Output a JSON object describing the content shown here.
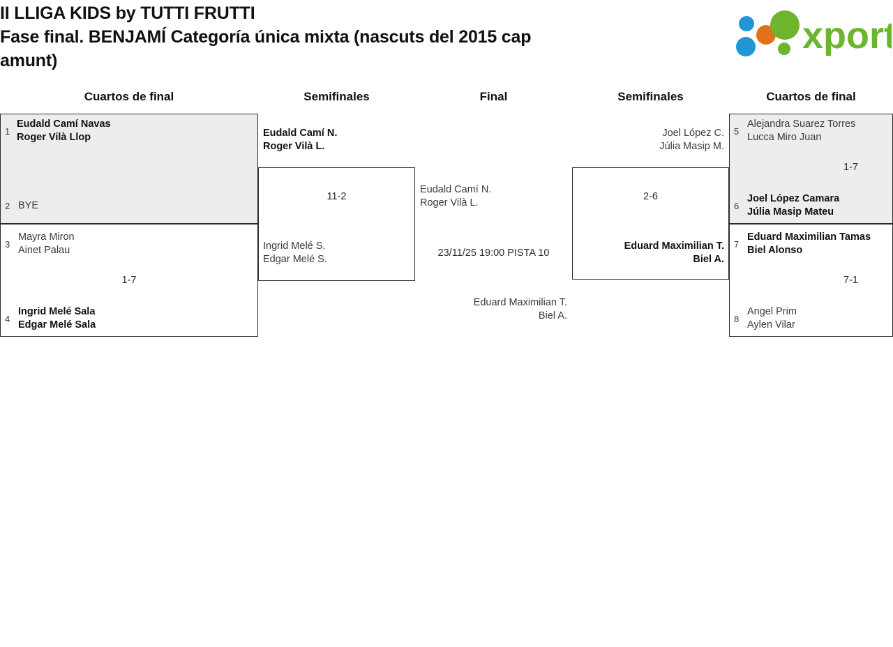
{
  "header": {
    "title_line1": "II LLIGA KIDS by TUTTI FRUTTI",
    "title_line2": "Fase final. BENJAMÍ Categoría única mixta (nascuts del 2015 cap",
    "title_line3": "amunt)",
    "logo_text": "xporty",
    "logo_colors": {
      "green": "#6cb52d",
      "blue": "#2196d6",
      "orange": "#e2711a"
    }
  },
  "columns": [
    {
      "key": "qf_left",
      "label": "Cuartos de final"
    },
    {
      "key": "sf_left",
      "label": "Semifinales"
    },
    {
      "key": "final",
      "label": "Final"
    },
    {
      "key": "sf_right",
      "label": "Semifinales"
    },
    {
      "key": "qf_right",
      "label": "Cuartos de final"
    }
  ],
  "bracket": {
    "qf_left": [
      {
        "id": "qf1",
        "shaded": true,
        "score": "",
        "top": {
          "seed": "1",
          "line1": "Eudald Camí Navas",
          "line2": "Roger Vilà Llop",
          "winner": true
        },
        "bottom": {
          "seed": "2",
          "line1": "BYE",
          "line2": "",
          "winner": false
        }
      },
      {
        "id": "qf2",
        "shaded": false,
        "score": "1-7",
        "top": {
          "seed": "3",
          "line1": "Mayra Miron",
          "line2": "Ainet Palau",
          "winner": false
        },
        "bottom": {
          "seed": "4",
          "line1": "Ingrid Melé Sala",
          "line2": "Edgar Melé Sala",
          "winner": true
        }
      }
    ],
    "sf_left": [
      {
        "id": "sf1",
        "score": "11-2",
        "top": {
          "line1": "Eudald Camí N.",
          "line2": "Roger Vilà L.",
          "winner": true
        },
        "bottom": {
          "line1": "Ingrid Melé S.",
          "line2": "Edgar Melé S.",
          "winner": false
        }
      }
    ],
    "final": {
      "id": "final",
      "meta": "23/11/25 19:00 PISTA 10",
      "top": {
        "line1": "Eudald Camí N.",
        "line2": "Roger Vilà L.",
        "winner": false
      },
      "bottom": {
        "line1": "Eduard Maximilian T.",
        "line2": "Biel A.",
        "winner": false
      }
    },
    "sf_right": [
      {
        "id": "sf2",
        "score": "2-6",
        "top": {
          "line1": "Joel López C.",
          "line2": "Júlia Masip M.",
          "winner": false
        },
        "bottom": {
          "line1": "Eduard Maximilian T.",
          "line2": "Biel A.",
          "winner": true
        }
      }
    ],
    "qf_right": [
      {
        "id": "qf3",
        "shaded": true,
        "score": "1-7",
        "top": {
          "seed": "5",
          "line1": "Alejandra Suarez Torres",
          "line2": "Lucca Miro Juan",
          "winner": false
        },
        "bottom": {
          "seed": "6",
          "line1": "Joel López Camara",
          "line2": "Júlia Masip Mateu",
          "winner": true
        }
      },
      {
        "id": "qf4",
        "shaded": false,
        "score": "7-1",
        "top": {
          "seed": "7",
          "line1": "Eduard Maximilian Tamas",
          "line2": "Biel Alonso",
          "winner": true
        },
        "bottom": {
          "seed": "8",
          "line1": "Angel Prim",
          "line2": "Aylen Vilar",
          "winner": false
        }
      }
    ]
  }
}
